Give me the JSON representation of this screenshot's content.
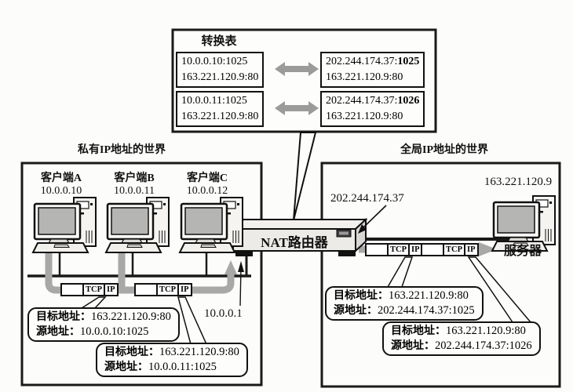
{
  "diagram": {
    "nat_table": {
      "title": "转换表",
      "rows": [
        {
          "private_line1": "10.0.0.10:1025",
          "private_line2": "163.221.120.9:80",
          "global_ip": "202.244.174.37:",
          "global_port": "1025",
          "global_line2": "163.221.120.9:80"
        },
        {
          "private_line1": "10.0.0.11:1025",
          "private_line2": "163.221.120.9:80",
          "global_ip": "202.244.174.37:",
          "global_port": "1026",
          "global_line2": "163.221.120.9:80"
        }
      ]
    },
    "private_world": {
      "title": "私有IP地址的世界",
      "clients": [
        {
          "name": "客户端A",
          "ip": "10.0.0.10"
        },
        {
          "name": "客户端B",
          "ip": "10.0.0.11"
        },
        {
          "name": "客户端C",
          "ip": "10.0.0.12"
        }
      ],
      "router_internal_ip": "10.0.0.1",
      "callouts": [
        {
          "dst_label": "目标地址：",
          "dst": "163.221.120.9:80",
          "src_label": "源地址：",
          "src": "10.0.0.10:1025"
        },
        {
          "dst_label": "目标地址：",
          "dst": "163.221.120.9:80",
          "src_label": "源地址：",
          "src": "10.0.0.11:1025"
        }
      ]
    },
    "global_world": {
      "title": "全局IP地址的世界",
      "router_global_ip": "202.244.174.37",
      "server_name": "服务器",
      "server_ip": "163.221.120.9",
      "callouts": [
        {
          "dst_label": "目标地址：",
          "dst": "163.221.120.9:80",
          "src_label": "源地址：",
          "src": "202.244.174.37:1025"
        },
        {
          "dst_label": "目标地址：",
          "dst": "163.221.120.9:80",
          "src_label": "源地址：",
          "src": "202.244.174.37:1026"
        }
      ]
    },
    "router_label": "NAT路由器",
    "packet": {
      "tcp": "TCP",
      "ip": "IP"
    },
    "colors": {
      "line": "#1a1a1a",
      "flow_gray": "#a8a8a6",
      "router_face": "#edebe7",
      "screen": "#b5b5b4",
      "background": "#fcfcfa"
    }
  }
}
